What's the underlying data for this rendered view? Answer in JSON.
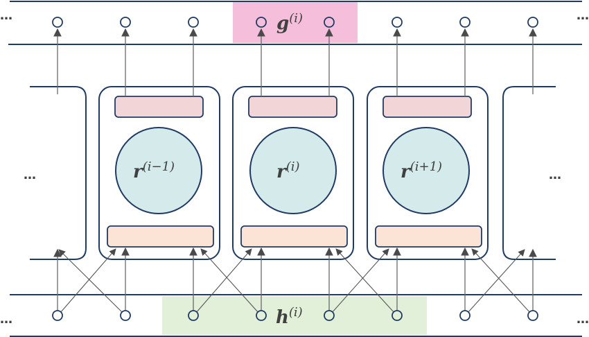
{
  "diagram": {
    "type": "recurrent-block-architecture",
    "top_layer": {
      "label_main": "g",
      "label_sup": "(i)",
      "highlight_color": "#f5bfdc",
      "node_count": 8
    },
    "bottom_layer": {
      "label_main": "h",
      "label_sup": "(i)",
      "highlight_color": "#e2efd9",
      "node_count": 8
    },
    "blocks": [
      {
        "label_main": "r",
        "label_sup": "(i−1)"
      },
      {
        "label_main": "r",
        "label_sup": "(i)"
      },
      {
        "label_main": "r",
        "label_sup": "(i+1)"
      }
    ],
    "ellipsis": "…",
    "colors": {
      "line": "#1f3b64",
      "core_fill": "#d5eaea",
      "top_bar_fill": "#f2d5d6",
      "bottom_bar_fill": "#fbe3d6",
      "arrow": "#555555"
    }
  }
}
